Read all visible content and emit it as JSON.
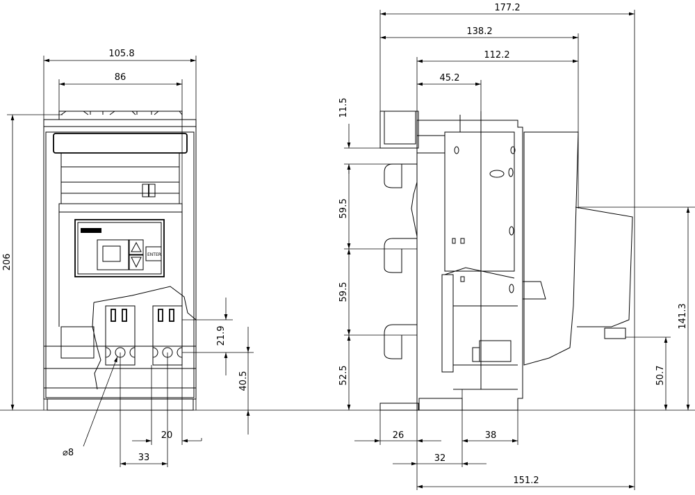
{
  "front_view": {
    "dims": {
      "width_overall": "105.8",
      "width_inner": "86",
      "height_overall": "206",
      "terminal_height": "21.9",
      "terminal_offset": "40.5",
      "terminal_width": "20",
      "pole_pitch": "33",
      "hole_diameter": "⌀8"
    },
    "panel": {
      "enter_label": "ENTER"
    }
  },
  "side_view": {
    "dims": {
      "depth_overall": "177.2",
      "depth_138": "138.2",
      "depth_112": "112.2",
      "depth_45": "45.2",
      "top_offset": "11.5",
      "pitch_upper": "59.5",
      "pitch_lower": "59.5",
      "bottom_offset": "52.5",
      "handle_height": "141.3",
      "lower_height": "50.7",
      "rear_26": "26",
      "mid_38": "38",
      "mid_32": "32",
      "depth_151": "151.2"
    }
  }
}
